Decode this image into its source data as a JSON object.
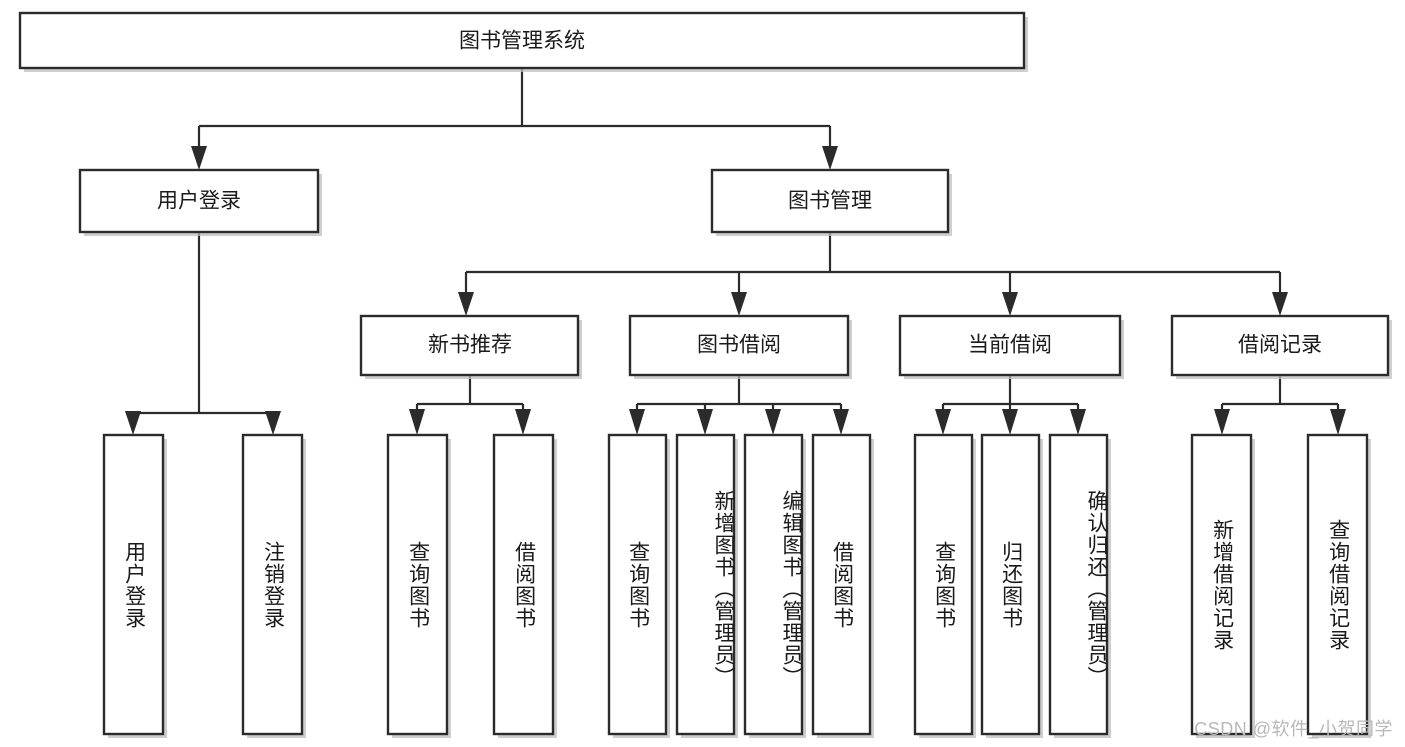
{
  "diagram": {
    "type": "tree",
    "title": "图书管理系统",
    "watermark": "CSDN @软件_小贺同学",
    "colors": {
      "box_fill": "#ffffff",
      "box_stroke": "#2b2b2b",
      "connector": "#2b2b2b",
      "text": "#1a1a1a",
      "watermark": "#b8b8b8",
      "background": "#ffffff"
    },
    "root": {
      "label": "图书管理系统"
    },
    "level2": [
      {
        "label": "用户登录"
      },
      {
        "label": "图书管理"
      }
    ],
    "level3": [
      {
        "label": "新书推荐"
      },
      {
        "label": "图书借阅"
      },
      {
        "label": "当前借阅"
      },
      {
        "label": "借阅记录"
      }
    ],
    "leaves": {
      "user_login": [
        {
          "label": "用户登录"
        },
        {
          "label": "注销登录"
        }
      ],
      "new_book": [
        {
          "label": "查询图书"
        },
        {
          "label": "借阅图书"
        }
      ],
      "book_borrow": [
        {
          "label": "查询图书"
        },
        {
          "label": "新增图书（管理员）"
        },
        {
          "label": "编辑图书（管理员）"
        },
        {
          "label": "借阅图书"
        }
      ],
      "current_borrow": [
        {
          "label": "查询图书"
        },
        {
          "label": "归还图书"
        },
        {
          "label": "确认归还（管理员）"
        }
      ],
      "borrow_record": [
        {
          "label": "新增借阅记录"
        },
        {
          "label": "查询借阅记录"
        }
      ]
    }
  }
}
